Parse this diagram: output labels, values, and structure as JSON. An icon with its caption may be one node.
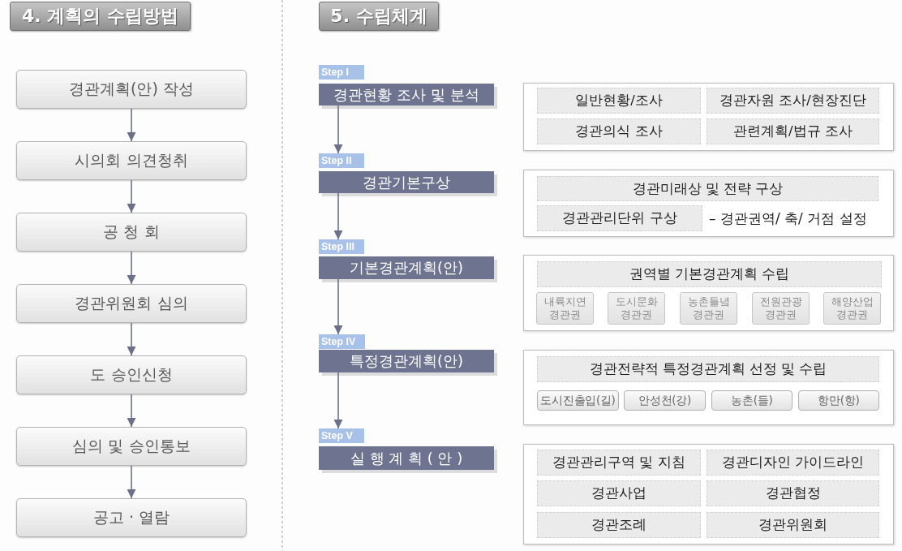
{
  "diagram": {
    "nodes": [
      {
        "text": [
          "4. 계획의 수립방법"
        ]
      },
      {
        "text": [
          "경관계획(안) 작성"
        ]
      },
      {
        "text": [
          "시의회 의견청취"
        ]
      },
      {
        "text": [
          "공 청 회"
        ]
      },
      {
        "text": [
          "경관위원회 심의"
        ]
      },
      {
        "text": [
          "도 승인신청"
        ]
      },
      {
        "text": [
          "심의 및 승인통보"
        ]
      },
      {
        "text": [
          "공고 · 열람"
        ]
      },
      {
        "text": [
          "5. 수립체계"
        ]
      },
      {
        "text": [
          "Step I"
        ]
      },
      {
        "text": [
          "경관현황 조사 및 분석"
        ]
      },
      {
        "text": [],
        "shape": "box"
      },
      {
        "text": [
          "일반현황/조사"
        ],
        "in": 11
      },
      {
        "text": [
          "경관자원 조사/현장진단"
        ],
        "in": 11
      },
      {
        "text": [
          "경관의식 조사"
        ],
        "in": 11
      },
      {
        "text": [
          "관련계획/법규 조사"
        ],
        "in": 11
      },
      {
        "text": [
          "Step II"
        ]
      },
      {
        "text": [
          "경관기본구상"
        ]
      },
      {
        "text": [],
        "shape": "box"
      },
      {
        "text": [
          "경관미래상 및 전략 구상"
        ],
        "in": 18
      },
      {
        "text": [
          "경관관리단위 구상"
        ],
        "in": 18,
        "beside": [
          "– 경관권역/ 축/ 거점 설정"
        ]
      },
      {
        "text": [
          "Step III"
        ]
      },
      {
        "text": [
          "기본경관계획(안)"
        ]
      },
      {
        "text": [],
        "shape": "box"
      },
      {
        "text": [
          "권역별 기본경관계획 수립"
        ],
        "in": 23
      },
      {
        "text": [
          "내륙지연 경관권"
        ],
        "in": 23
      },
      {
        "text": [
          "도시문화 경관권"
        ],
        "in": 23
      },
      {
        "text": [
          "농촌들녘 경관권"
        ],
        "in": 23
      },
      {
        "text": [
          "전원관광 경관권"
        ],
        "in": 23
      },
      {
        "text": [
          "해양산업 경관권"
        ],
        "in": 23
      },
      {
        "text": [
          "Step IV"
        ]
      },
      {
        "text": [
          "특정경관계획(안)"
        ]
      },
      {
        "text": [],
        "shape": "box"
      },
      {
        "text": [
          "경관전략적 특정경관계획 선정 및 수립"
        ],
        "in": 32
      },
      {
        "text": [
          "도시진출입(길)"
        ],
        "in": 32
      },
      {
        "text": [
          "안성천(강)"
        ],
        "in": 32
      },
      {
        "text": [
          "농촌(들)"
        ],
        "in": 32
      },
      {
        "text": [
          "항만(항)"
        ],
        "in": 32
      },
      {
        "text": [
          "Step V"
        ]
      },
      {
        "text": [
          "실 행 계 획 ( 안 )"
        ]
      },
      {
        "text": [],
        "shape": "box"
      },
      {
        "text": [
          "경관관리구역 및 지침"
        ],
        "in": 40
      },
      {
        "text": [
          "경관디자인 가이드라인"
        ],
        "in": 40
      },
      {
        "text": [
          "경관사업"
        ],
        "in": 40
      },
      {
        "text": [
          "경관협정"
        ],
        "in": 40
      },
      {
        "text": [
          "경관조례"
        ],
        "in": 40
      },
      {
        "text": [
          "경관위원회"
        ],
        "in": 40
      }
    ],
    "edges": [
      {
        "from": 1,
        "to": 2,
        "arrow": "to"
      },
      {
        "from": 2,
        "to": 3,
        "arrow": "to"
      },
      {
        "from": 3,
        "to": 4,
        "arrow": "to"
      },
      {
        "from": 4,
        "to": 5,
        "arrow": "to"
      },
      {
        "from": 5,
        "to": 6,
        "arrow": "to"
      },
      {
        "from": 6,
        "to": 7,
        "arrow": "to"
      },
      {
        "from": 10,
        "to": 16,
        "arrow": "to"
      },
      {
        "from": 17,
        "to": 21,
        "arrow": "to"
      },
      {
        "from": 22,
        "to": 30,
        "arrow": "to"
      },
      {
        "from": 31,
        "to": 38,
        "arrow": "to"
      }
    ]
  }
}
